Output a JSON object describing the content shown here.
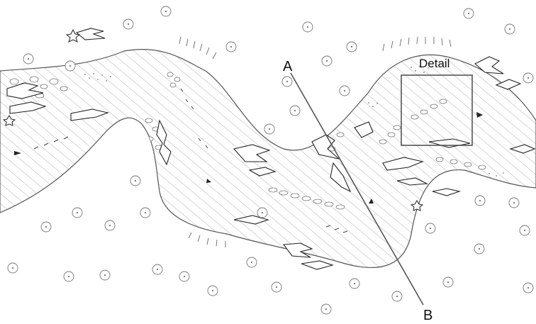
{
  "labels": {
    "section_start": "A",
    "section_end": "B",
    "detail": "Detail"
  },
  "colors": {
    "ink": "#111111",
    "hatch": "#8a8a8a",
    "outline": "#555555",
    "section_line": "#555555"
  }
}
